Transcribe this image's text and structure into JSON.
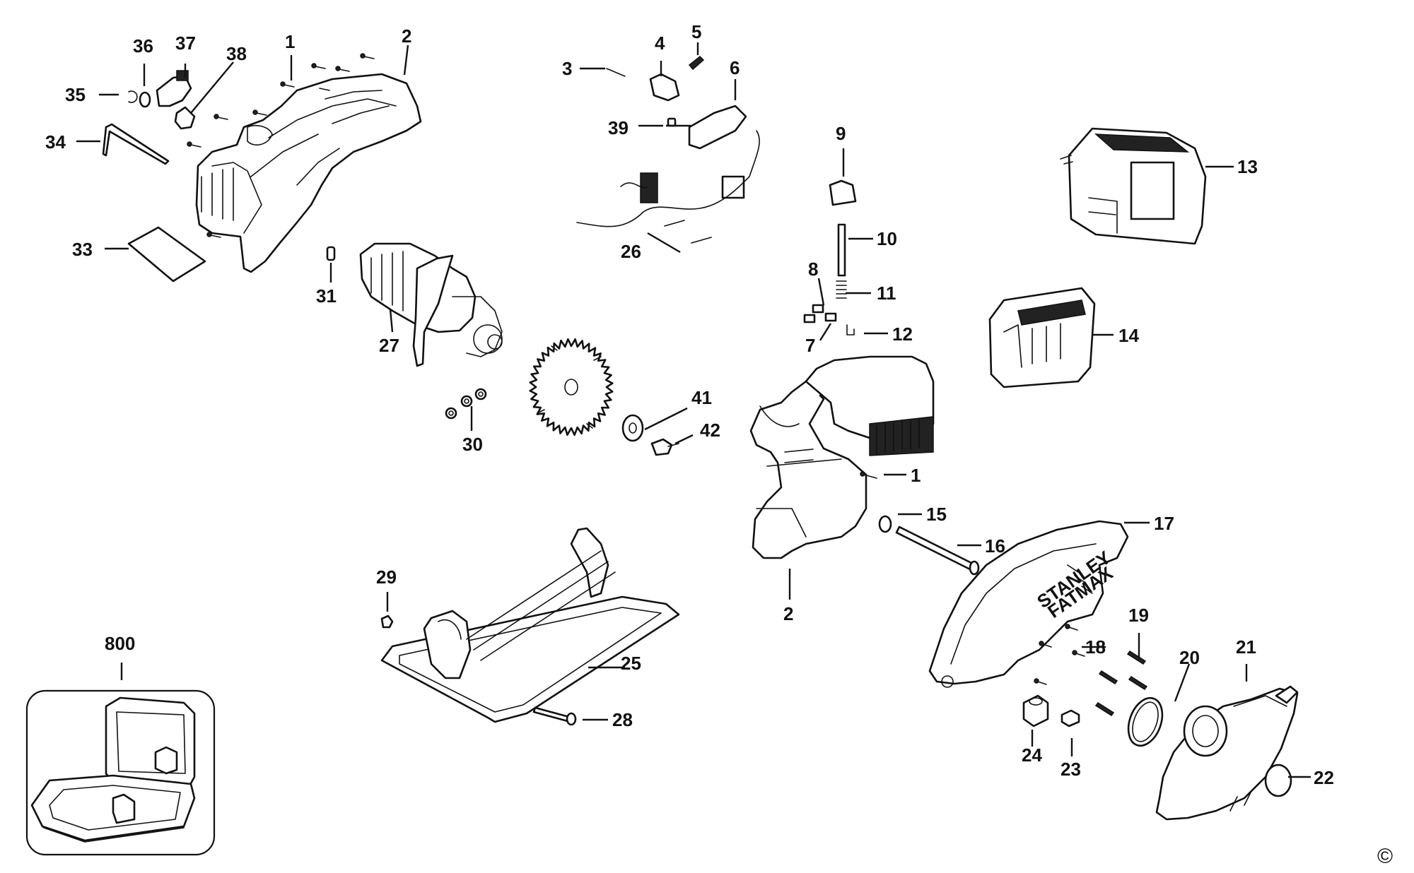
{
  "diagram": {
    "callouts": [
      {
        "id": "c1a",
        "label": "1"
      },
      {
        "id": "c2a",
        "label": "2"
      },
      {
        "id": "c3",
        "label": "3"
      },
      {
        "id": "c4",
        "label": "4"
      },
      {
        "id": "c5",
        "label": "5"
      },
      {
        "id": "c6",
        "label": "6"
      },
      {
        "id": "c7",
        "label": "7"
      },
      {
        "id": "c8",
        "label": "8"
      },
      {
        "id": "c9",
        "label": "9"
      },
      {
        "id": "c10",
        "label": "10"
      },
      {
        "id": "c11",
        "label": "11"
      },
      {
        "id": "c12",
        "label": "12"
      },
      {
        "id": "c13",
        "label": "13"
      },
      {
        "id": "c14",
        "label": "14"
      },
      {
        "id": "c1b",
        "label": "1"
      },
      {
        "id": "c15",
        "label": "15"
      },
      {
        "id": "c16",
        "label": "16"
      },
      {
        "id": "c17",
        "label": "17"
      },
      {
        "id": "c2b",
        "label": "2"
      },
      {
        "id": "c18",
        "label": "18"
      },
      {
        "id": "c19",
        "label": "19"
      },
      {
        "id": "c20",
        "label": "20"
      },
      {
        "id": "c21",
        "label": "21"
      },
      {
        "id": "c22",
        "label": "22"
      },
      {
        "id": "c23",
        "label": "23"
      },
      {
        "id": "c24",
        "label": "24"
      },
      {
        "id": "c25",
        "label": "25"
      },
      {
        "id": "c26",
        "label": "26"
      },
      {
        "id": "c27",
        "label": "27"
      },
      {
        "id": "c28",
        "label": "28"
      },
      {
        "id": "c29",
        "label": "29"
      },
      {
        "id": "c30",
        "label": "30"
      },
      {
        "id": "c31",
        "label": "31"
      },
      {
        "id": "c33",
        "label": "33"
      },
      {
        "id": "c34",
        "label": "34"
      },
      {
        "id": "c35",
        "label": "35"
      },
      {
        "id": "c36",
        "label": "36"
      },
      {
        "id": "c37",
        "label": "37"
      },
      {
        "id": "c38",
        "label": "38"
      },
      {
        "id": "c39",
        "label": "39"
      },
      {
        "id": "c41",
        "label": "41"
      },
      {
        "id": "c42",
        "label": "42"
      },
      {
        "id": "c800",
        "label": "800"
      }
    ],
    "brand_text": {
      "top": "STANLEY",
      "bottom": "FATMAX"
    },
    "copyright": "©"
  }
}
